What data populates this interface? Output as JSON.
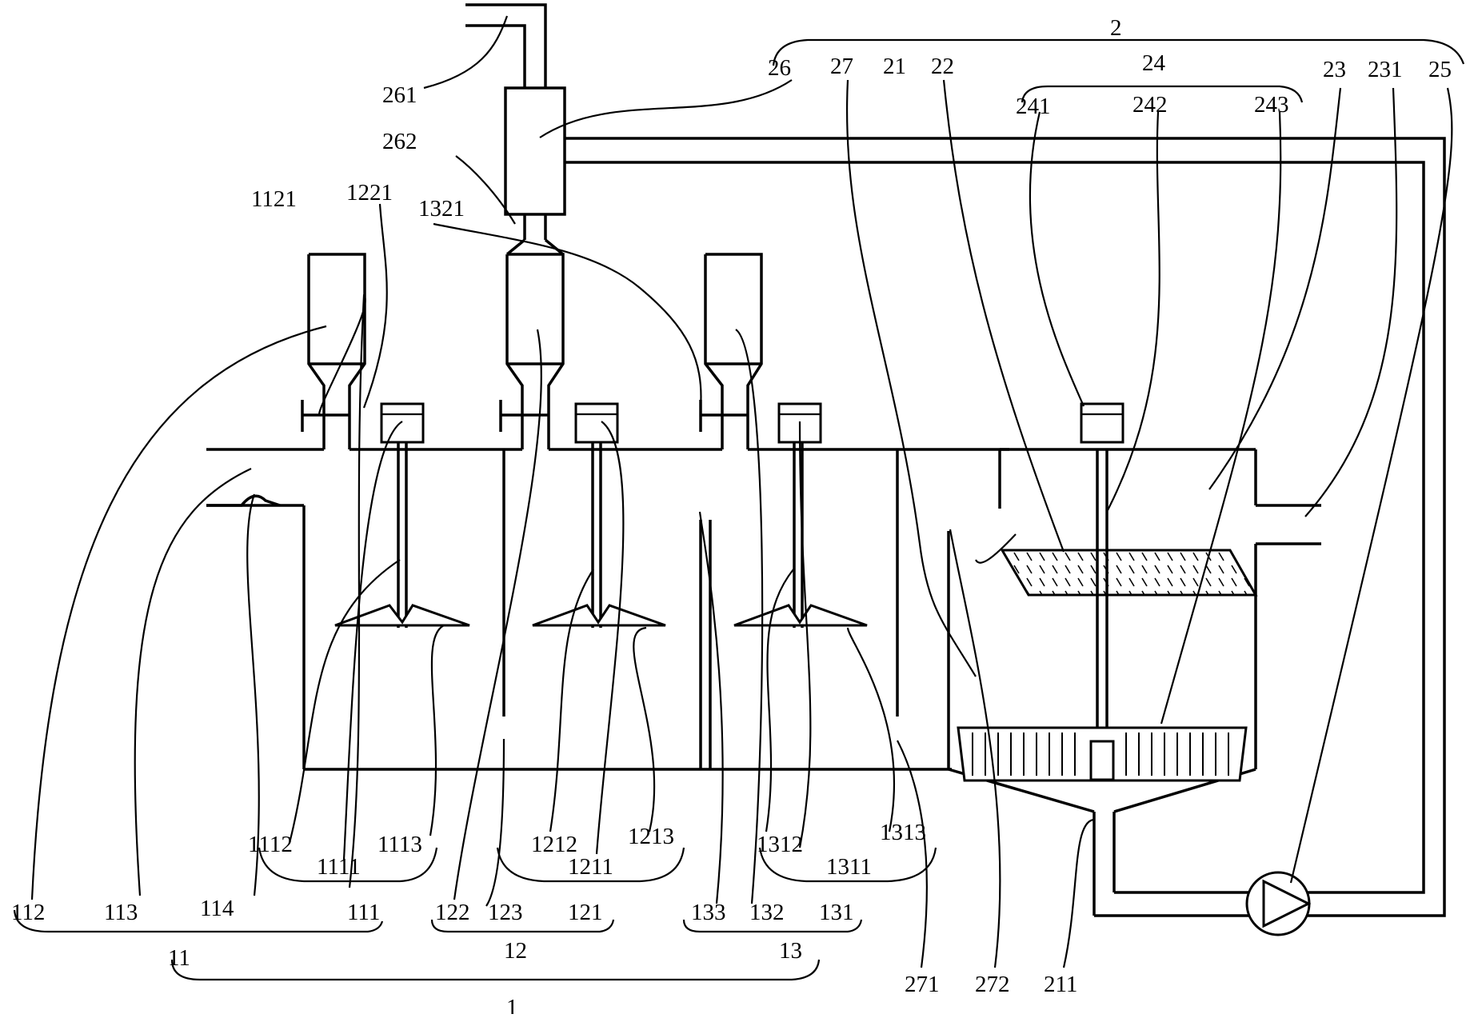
{
  "labels": {
    "l1": "1",
    "l11": "11",
    "l12": "12",
    "l13": "13",
    "l111": "111",
    "l112": "112",
    "l113": "113",
    "l114": "114",
    "l1111": "1111",
    "l1112": "1112",
    "l1113": "1113",
    "l1121": "1121",
    "l121": "121",
    "l122": "122",
    "l123": "123",
    "l1211": "1211",
    "l1212": "1212",
    "l1213": "1213",
    "l1221": "1221",
    "l131": "131",
    "l132": "132",
    "l133": "133",
    "l1311": "1311",
    "l1312": "1312",
    "l1313": "1313",
    "l1321": "1321",
    "l2": "2",
    "l21": "21",
    "l22": "22",
    "l23": "23",
    "l231": "231",
    "l24": "24",
    "l241": "241",
    "l242": "242",
    "l243": "243",
    "l25": "25",
    "l26": "26",
    "l261": "261",
    "l262": "262",
    "l27": "27",
    "l271": "271",
    "l272": "272",
    "l211": "211"
  }
}
